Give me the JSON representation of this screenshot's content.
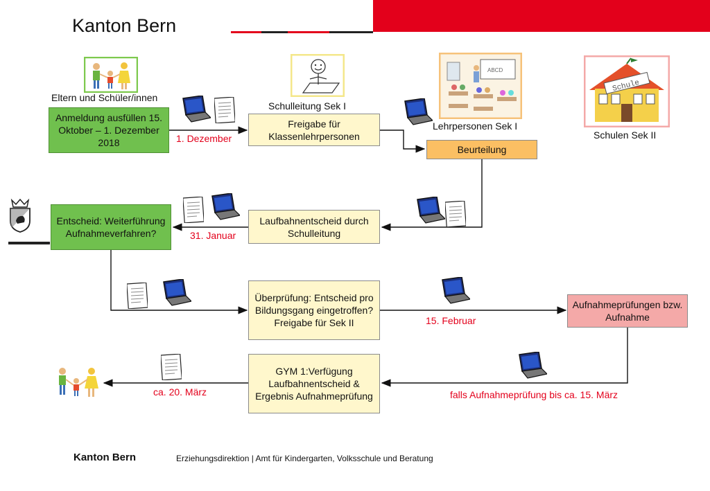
{
  "header": {
    "title": "Kanton Bern"
  },
  "actors": {
    "parents": "Eltern und Schüler/innen",
    "school_lead": "Schulleitung Sek I",
    "teachers": "Lehrpersonen Sek I",
    "schools_sek2": "Schulen Sek II"
  },
  "boxes": {
    "anmeldung": "Anmeldung ausfüllen 15. Oktober – 1. Dezember 2018",
    "freigabe": "Freigabe für Klassenlehrpersonen",
    "beurteilung": "Beurteilung",
    "laufbahnentscheid": "Laufbahnentscheid durch Schulleitung",
    "entscheid": "Entscheid: Weiterführung Aufnahmeverfahren?",
    "ueberpruefung": "Überprüfung: Entscheid pro Bildungsgang eingetroffen? Freigabe für Sek II",
    "aufnahmepruefungen": "Aufnahmeprüfungen bzw. Aufnahme",
    "gym": "GYM 1:Verfügung Laufbahnentscheid & Ergebnis Aufnahmeprüfung"
  },
  "dates": {
    "dec1": "1. Dezember",
    "jan31": "31. Januar",
    "feb15": "15. Februar",
    "march20": "ca. 20. März",
    "march15": "falls Aufnahmeprüfung bis ca. 15. März"
  },
  "footer": {
    "left": "Kanton Bern",
    "right": "Erziehungsdirektion | Amt für Kindergarten, Volksschule und Beratung"
  },
  "colors": {
    "accent_red": "#e3001b",
    "green": "#70c04e",
    "yellow": "#fff7cc",
    "orange": "#fbbf63",
    "pink": "#f4a9a8"
  },
  "school_sign": "Schule"
}
